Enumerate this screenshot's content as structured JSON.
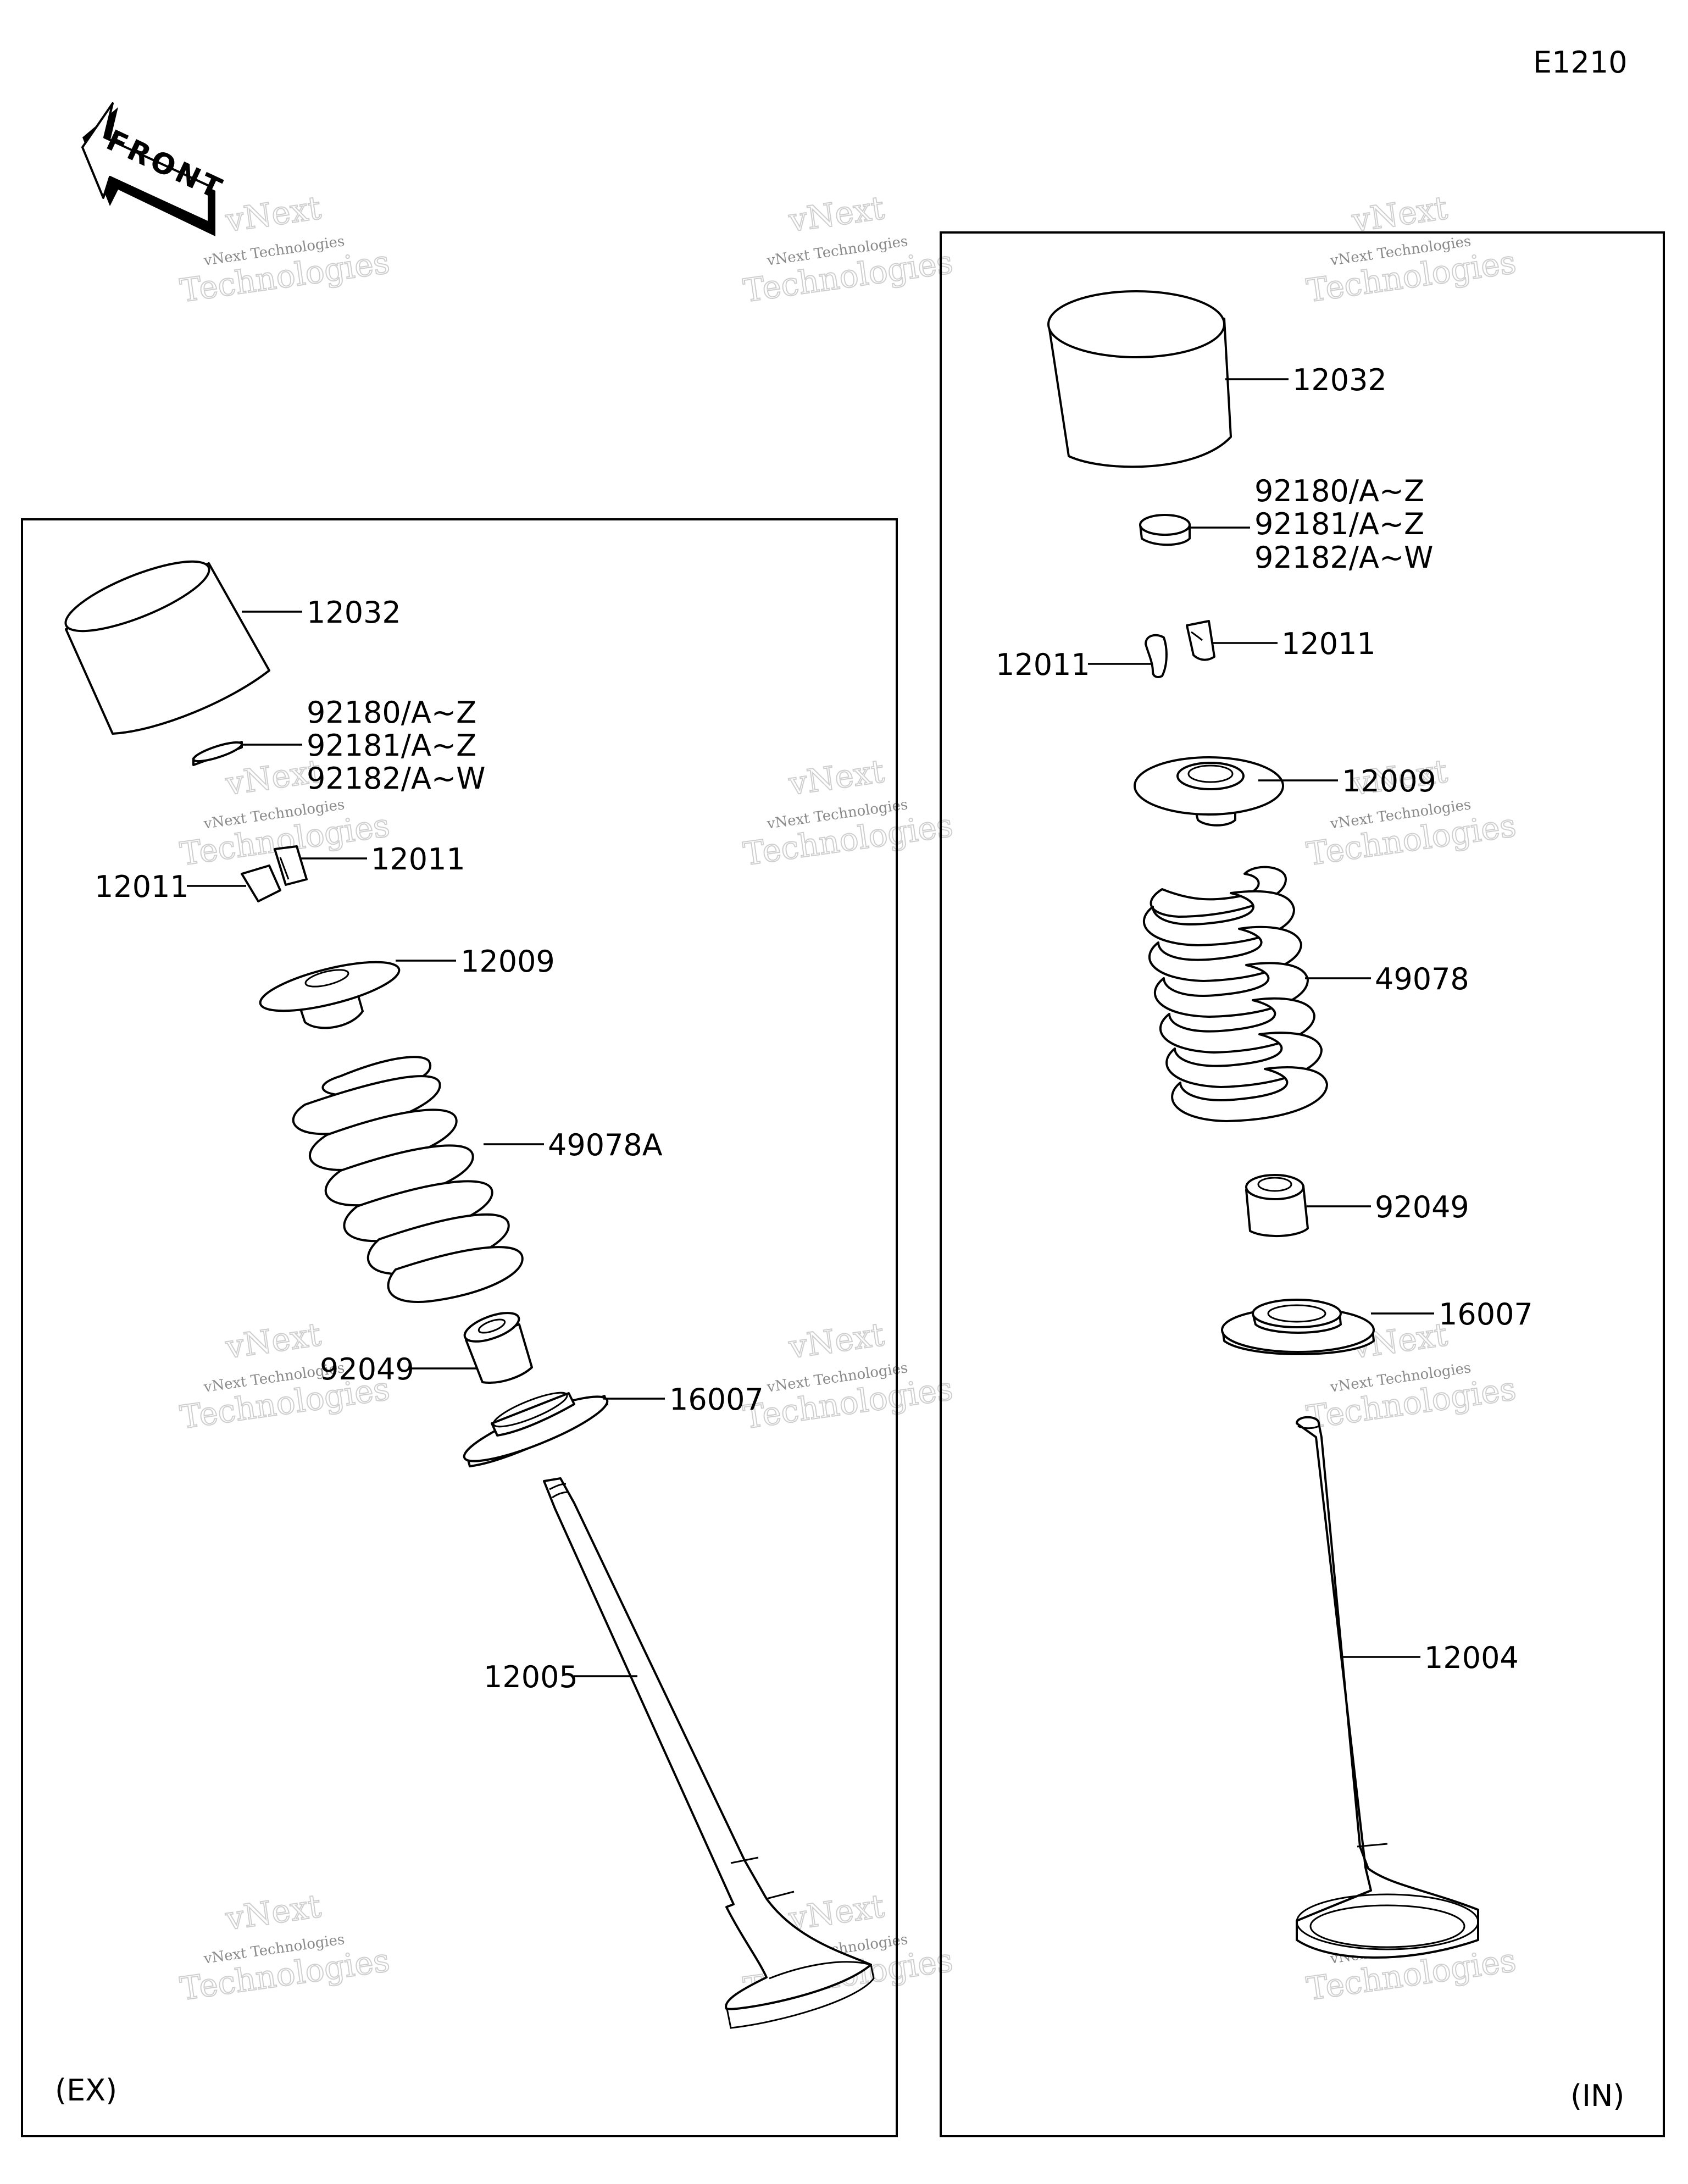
{
  "diagram_code": "E1210",
  "front_arrow_label": "FRONT",
  "watermark": {
    "line1": "vNext",
    "line2": "vNext Technologies",
    "line3": "Technologies"
  },
  "exhaust_panel": {
    "side_label": "(EX)",
    "parts": {
      "tappet": "12032",
      "shim_1": "92180/A~Z",
      "shim_2": "92181/A~Z",
      "shim_3": "92182/A~W",
      "cotter_right": "12011",
      "cotter_left": "12011",
      "retainer": "12009",
      "spring": "49078A",
      "stem_seal": "92049",
      "spring_seat": "16007",
      "valve": "12005"
    }
  },
  "intake_panel": {
    "side_label": "(IN)",
    "parts": {
      "tappet": "12032",
      "shim_1": "92180/A~Z",
      "shim_2": "92181/A~Z",
      "shim_3": "92182/A~W",
      "cotter_right": "12011",
      "cotter_left": "12011",
      "retainer": "12009",
      "spring": "49078",
      "stem_seal": "92049",
      "spring_seat": "16007",
      "valve": "12004"
    }
  }
}
